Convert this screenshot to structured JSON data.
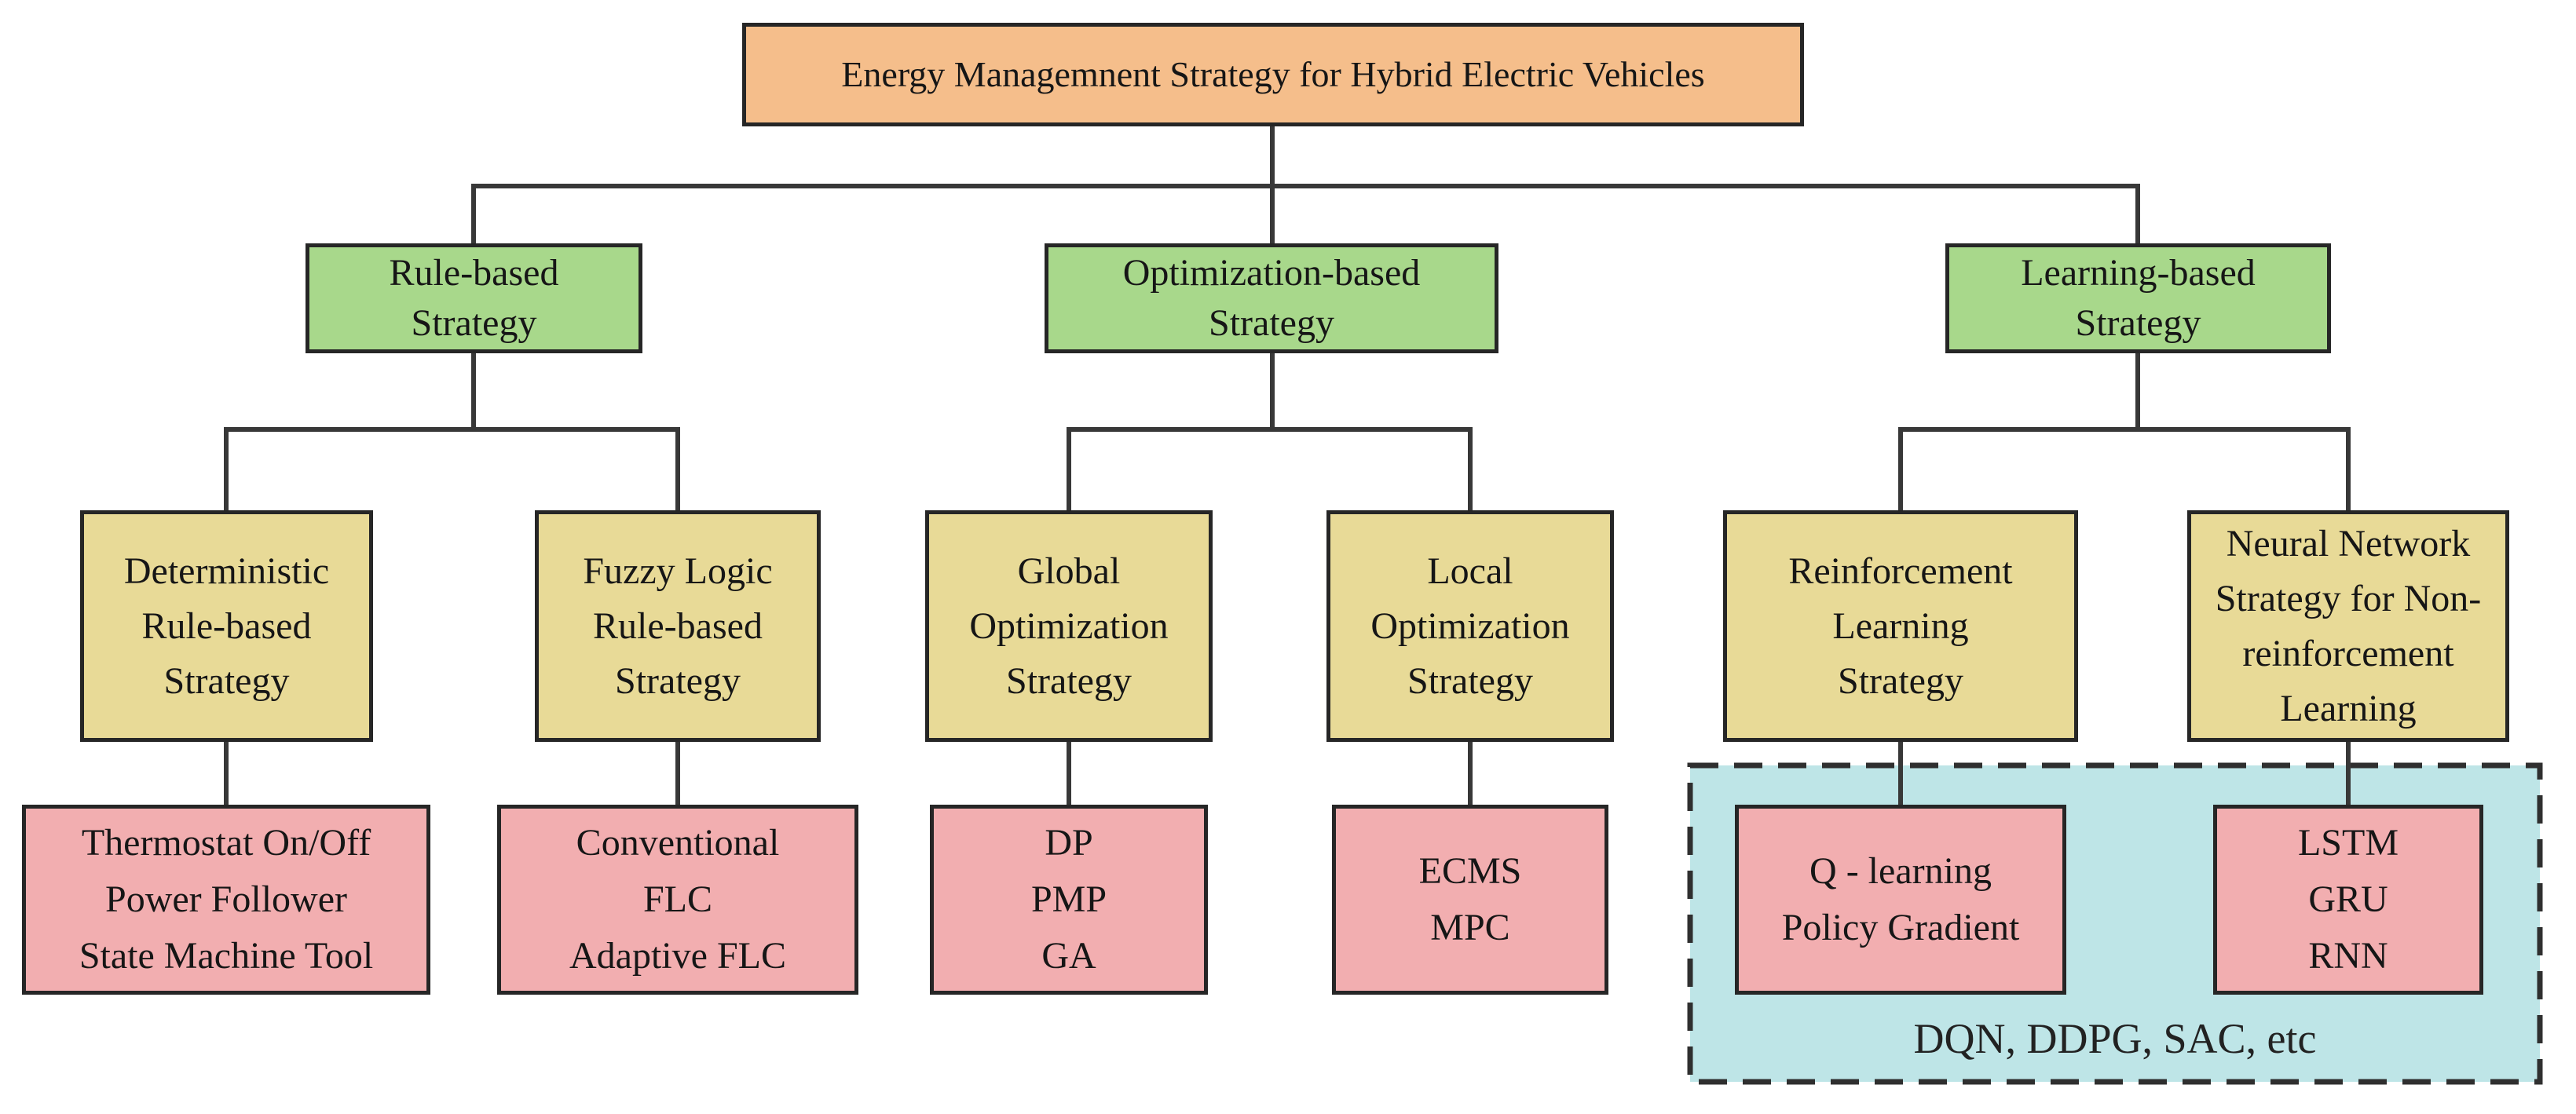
{
  "diagram_title": "Energy Managemnent Strategy for Hybrid Electric Vehicles",
  "nodes": {
    "root": "Energy Managemnent Strategy for Hybrid Electric Vehicles",
    "rule_based": "Rule-based\nStrategy",
    "optimization_based": "Optimization-based\nStrategy",
    "learning_based": "Learning-based\nStrategy",
    "deterministic_rule_based": "Deterministic\nRule-based\nStrategy",
    "fuzzy_logic_rule_based": "Fuzzy Logic\nRule-based\nStrategy",
    "global_optimization": "Global\nOptimization\nStrategy",
    "local_optimization": "Local\nOptimization\nStrategy",
    "reinforcement_learning": "Reinforcement\nLearning\nStrategy",
    "neural_network_non_rl": "Neural Network\nStrategy for Non-\nreinforcement\nLearning",
    "deterministic_methods": "Thermostat On/Off\nPower Follower\nState Machine Tool",
    "fuzzy_methods": "Conventional\nFLC\nAdaptive FLC",
    "global_methods": "DP\nPMP\nGA",
    "local_methods": "ECMS\nMPC",
    "rl_methods": "Q - learning\nPolicy Gradient",
    "nn_methods": "LSTM\nGRU\nRNN",
    "rl_group_note": "DQN, DDPG, SAC, etc"
  },
  "colors": {
    "root_fill": "#F5BE8B",
    "level2_fill": "#A8D88B",
    "level3_fill": "#E8DA97",
    "level4_fill": "#F2AEB0",
    "group_fill": "#BEE5E7",
    "box_border": "#262626",
    "connector": "#383838"
  }
}
